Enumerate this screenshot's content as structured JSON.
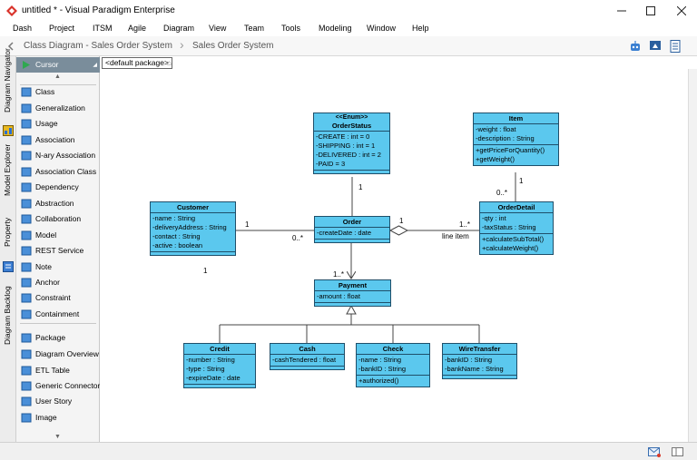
{
  "window": {
    "title": "untitled * - Visual Paradigm Enterprise",
    "controls": [
      "minimize",
      "maximize",
      "close"
    ]
  },
  "menu": [
    "Dash",
    "Project",
    "ITSM",
    "Agile",
    "Diagram",
    "View",
    "Team",
    "Tools",
    "Modeling",
    "Window",
    "Help"
  ],
  "breadcrumb": [
    "Class Diagram - Sales Order System",
    "Sales Order System"
  ],
  "side_tabs": [
    "Diagram Navigator",
    "Model Explorer",
    "Property",
    "Diagram Backlog"
  ],
  "palette": {
    "cursor": "Cursor",
    "items": [
      {
        "label": "Class",
        "icon": "class-icon"
      },
      {
        "label": "Generalization",
        "icon": "generalization-icon"
      },
      {
        "label": "Usage",
        "icon": "usage-icon"
      },
      {
        "label": "Association",
        "icon": "association-icon"
      },
      {
        "label": "N-ary Association",
        "icon": "nary-association-icon"
      },
      {
        "label": "Association Class",
        "icon": "association-class-icon"
      },
      {
        "label": "Dependency",
        "icon": "dependency-icon"
      },
      {
        "label": "Abstraction",
        "icon": "abstraction-icon"
      },
      {
        "label": "Collaboration",
        "icon": "collaboration-icon"
      },
      {
        "label": "Model",
        "icon": "model-icon"
      },
      {
        "label": "REST Service",
        "icon": "rest-service-icon"
      },
      {
        "label": "Note",
        "icon": "note-icon"
      },
      {
        "label": "Anchor",
        "icon": "anchor-icon"
      },
      {
        "label": "Constraint",
        "icon": "constraint-icon"
      },
      {
        "label": "Containment",
        "icon": "containment-icon"
      },
      {
        "label": "Package",
        "icon": "package-icon"
      },
      {
        "label": "Diagram Overview",
        "icon": "diagram-overview-icon"
      },
      {
        "label": "ETL Table",
        "icon": "etl-table-icon"
      },
      {
        "label": "Generic Connector",
        "icon": "generic-connector-icon"
      },
      {
        "label": "User Story",
        "icon": "user-story-icon"
      },
      {
        "label": "Image",
        "icon": "image-icon"
      }
    ]
  },
  "canvas": {
    "package_tab": "<default package>"
  },
  "diagram": {
    "classes": {
      "order_status": {
        "stereotype": "<<Enum>>",
        "name": "OrderStatus",
        "attributes": [
          "-CREATE : int = 0",
          "-SHIPPING : int = 1",
          "-DELIVERED : int = 2",
          "-PAID = 3"
        ],
        "operations": []
      },
      "item": {
        "name": "Item",
        "attributes": [
          "-weight : float",
          "-description : String"
        ],
        "operations": [
          "+getPriceForQuantity()",
          "+getWeight()"
        ]
      },
      "customer": {
        "name": "Customer",
        "attributes": [
          "-name : String",
          "-deliveryAddress : String",
          "-contact : String",
          "-active : boolean"
        ],
        "operations": []
      },
      "order": {
        "name": "Order",
        "attributes": [
          "-createDate : date"
        ],
        "operations": []
      },
      "order_detail": {
        "name": "OrderDetail",
        "attributes": [
          "-qty : int",
          "-taxStatus : String"
        ],
        "operations": [
          "+calculateSubTotal()",
          "+calculateWeight()"
        ]
      },
      "payment": {
        "name": "Payment",
        "attributes": [
          "-amount : float"
        ],
        "operations": []
      },
      "credit": {
        "name": "Credit",
        "attributes": [
          "-number : String",
          "-type : String",
          "-expireDate : date"
        ],
        "operations": []
      },
      "cash": {
        "name": "Cash",
        "attributes": [
          "-cashTendered : float"
        ],
        "operations": []
      },
      "check": {
        "name": "Check",
        "attributes": [
          "-name : String",
          "-bankID : String"
        ],
        "operations": [
          "+authorized()"
        ]
      },
      "wire_transfer": {
        "name": "WireTransfer",
        "attributes": [
          "-bankID : String",
          "-bankName : String"
        ],
        "operations": []
      }
    },
    "multiplicities": {
      "status_order": "1",
      "item_top": "1",
      "item_detail": "0..*",
      "customer_order": "1",
      "order_customer": "0..*",
      "order_detail_one": "1",
      "detail_many": "1..*",
      "line_item": "line item",
      "customer_below": "1",
      "payment_many": "1..*"
    }
  }
}
